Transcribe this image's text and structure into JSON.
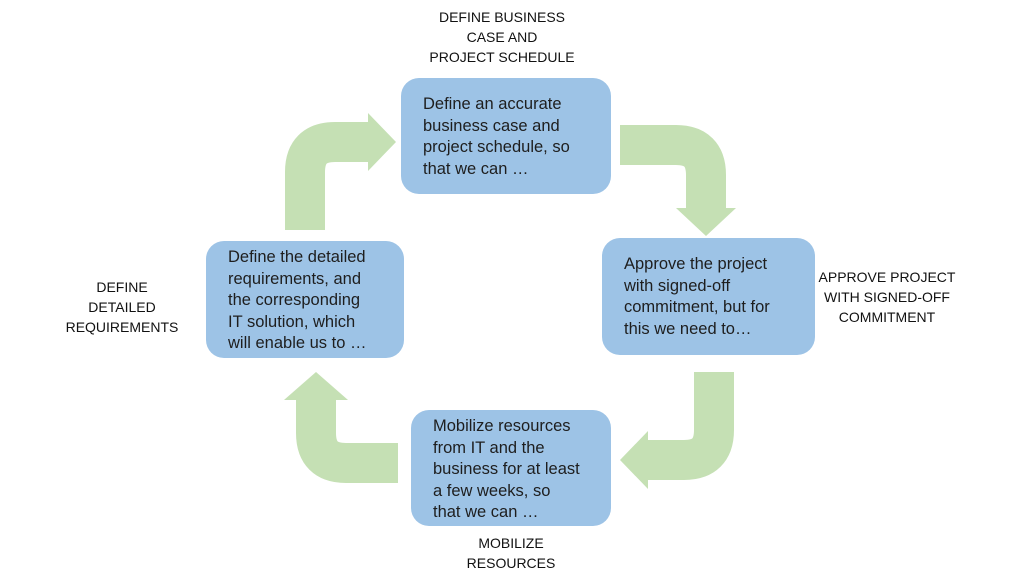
{
  "steps": [
    {
      "label": "DEFINE BUSINESS\nCASE AND\nPROJECT SCHEDULE",
      "text": "Define an accurate\nbusiness case and\nproject schedule, so\nthat we can …"
    },
    {
      "label": "APPROVE PROJECT\nWITH SIGNED-OFF\nCOMMITMENT",
      "text": "Approve the project\nwith signed-off\ncommitment, but for\nthis we need to…"
    },
    {
      "label": "MOBILIZE\nRESOURCES",
      "text": "Mobilize resources\nfrom IT and the\nbusiness for at least\na few weeks, so\nthat we can …"
    },
    {
      "label": "DEFINE DETAILED\nREQUIREMENTS",
      "text": "Define the detailed\nrequirements, and\nthe corresponding\nIT solution, which\nwill enable us to …"
    }
  ],
  "colors": {
    "box": "#9dc3e6",
    "arrow": "#c5e0b4"
  }
}
